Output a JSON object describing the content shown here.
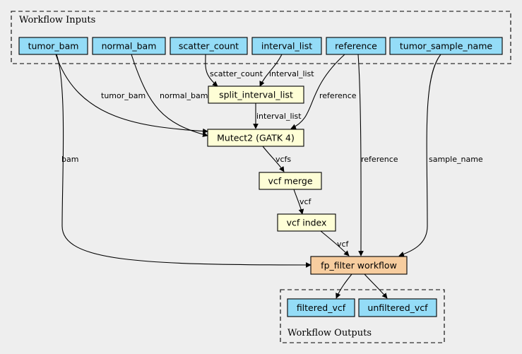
{
  "colors": {
    "background": "#eeeeee",
    "input_fill": "#94dcf7",
    "step_fill": "#fefed6",
    "workflow_fill": "#f7cd9f",
    "output_fill": "#94dcf7"
  },
  "clusters": {
    "inputs_label": "Workflow Inputs",
    "outputs_label": "Workflow Outputs"
  },
  "nodes": {
    "tumor_bam": "tumor_bam",
    "normal_bam": "normal_bam",
    "scatter_count": "scatter_count",
    "interval_list": "interval_list",
    "reference": "reference",
    "tumor_sample_name": "tumor_sample_name",
    "split_interval_list": "split_interval_list",
    "mutect2": "Mutect2 (GATK 4)",
    "vcf_merge": "vcf merge",
    "vcf_index": "vcf index",
    "fp_filter": "fp_filter workflow",
    "filtered_vcf": "filtered_vcf",
    "unfiltered_vcf": "unfiltered_vcf"
  },
  "edges": {
    "scatter_count": "scatter_count",
    "interval_list_in": "interval_list",
    "tumor_bam": "tumor_bam",
    "normal_bam": "normal_bam",
    "reference_mutect": "reference",
    "interval_list_mutect": "interval_list",
    "vcfs": "vcfs",
    "vcf_merge_out": "vcf",
    "vcf_index_out": "vcf",
    "bam": "bam",
    "reference_filter": "reference",
    "sample_name": "sample_name"
  }
}
